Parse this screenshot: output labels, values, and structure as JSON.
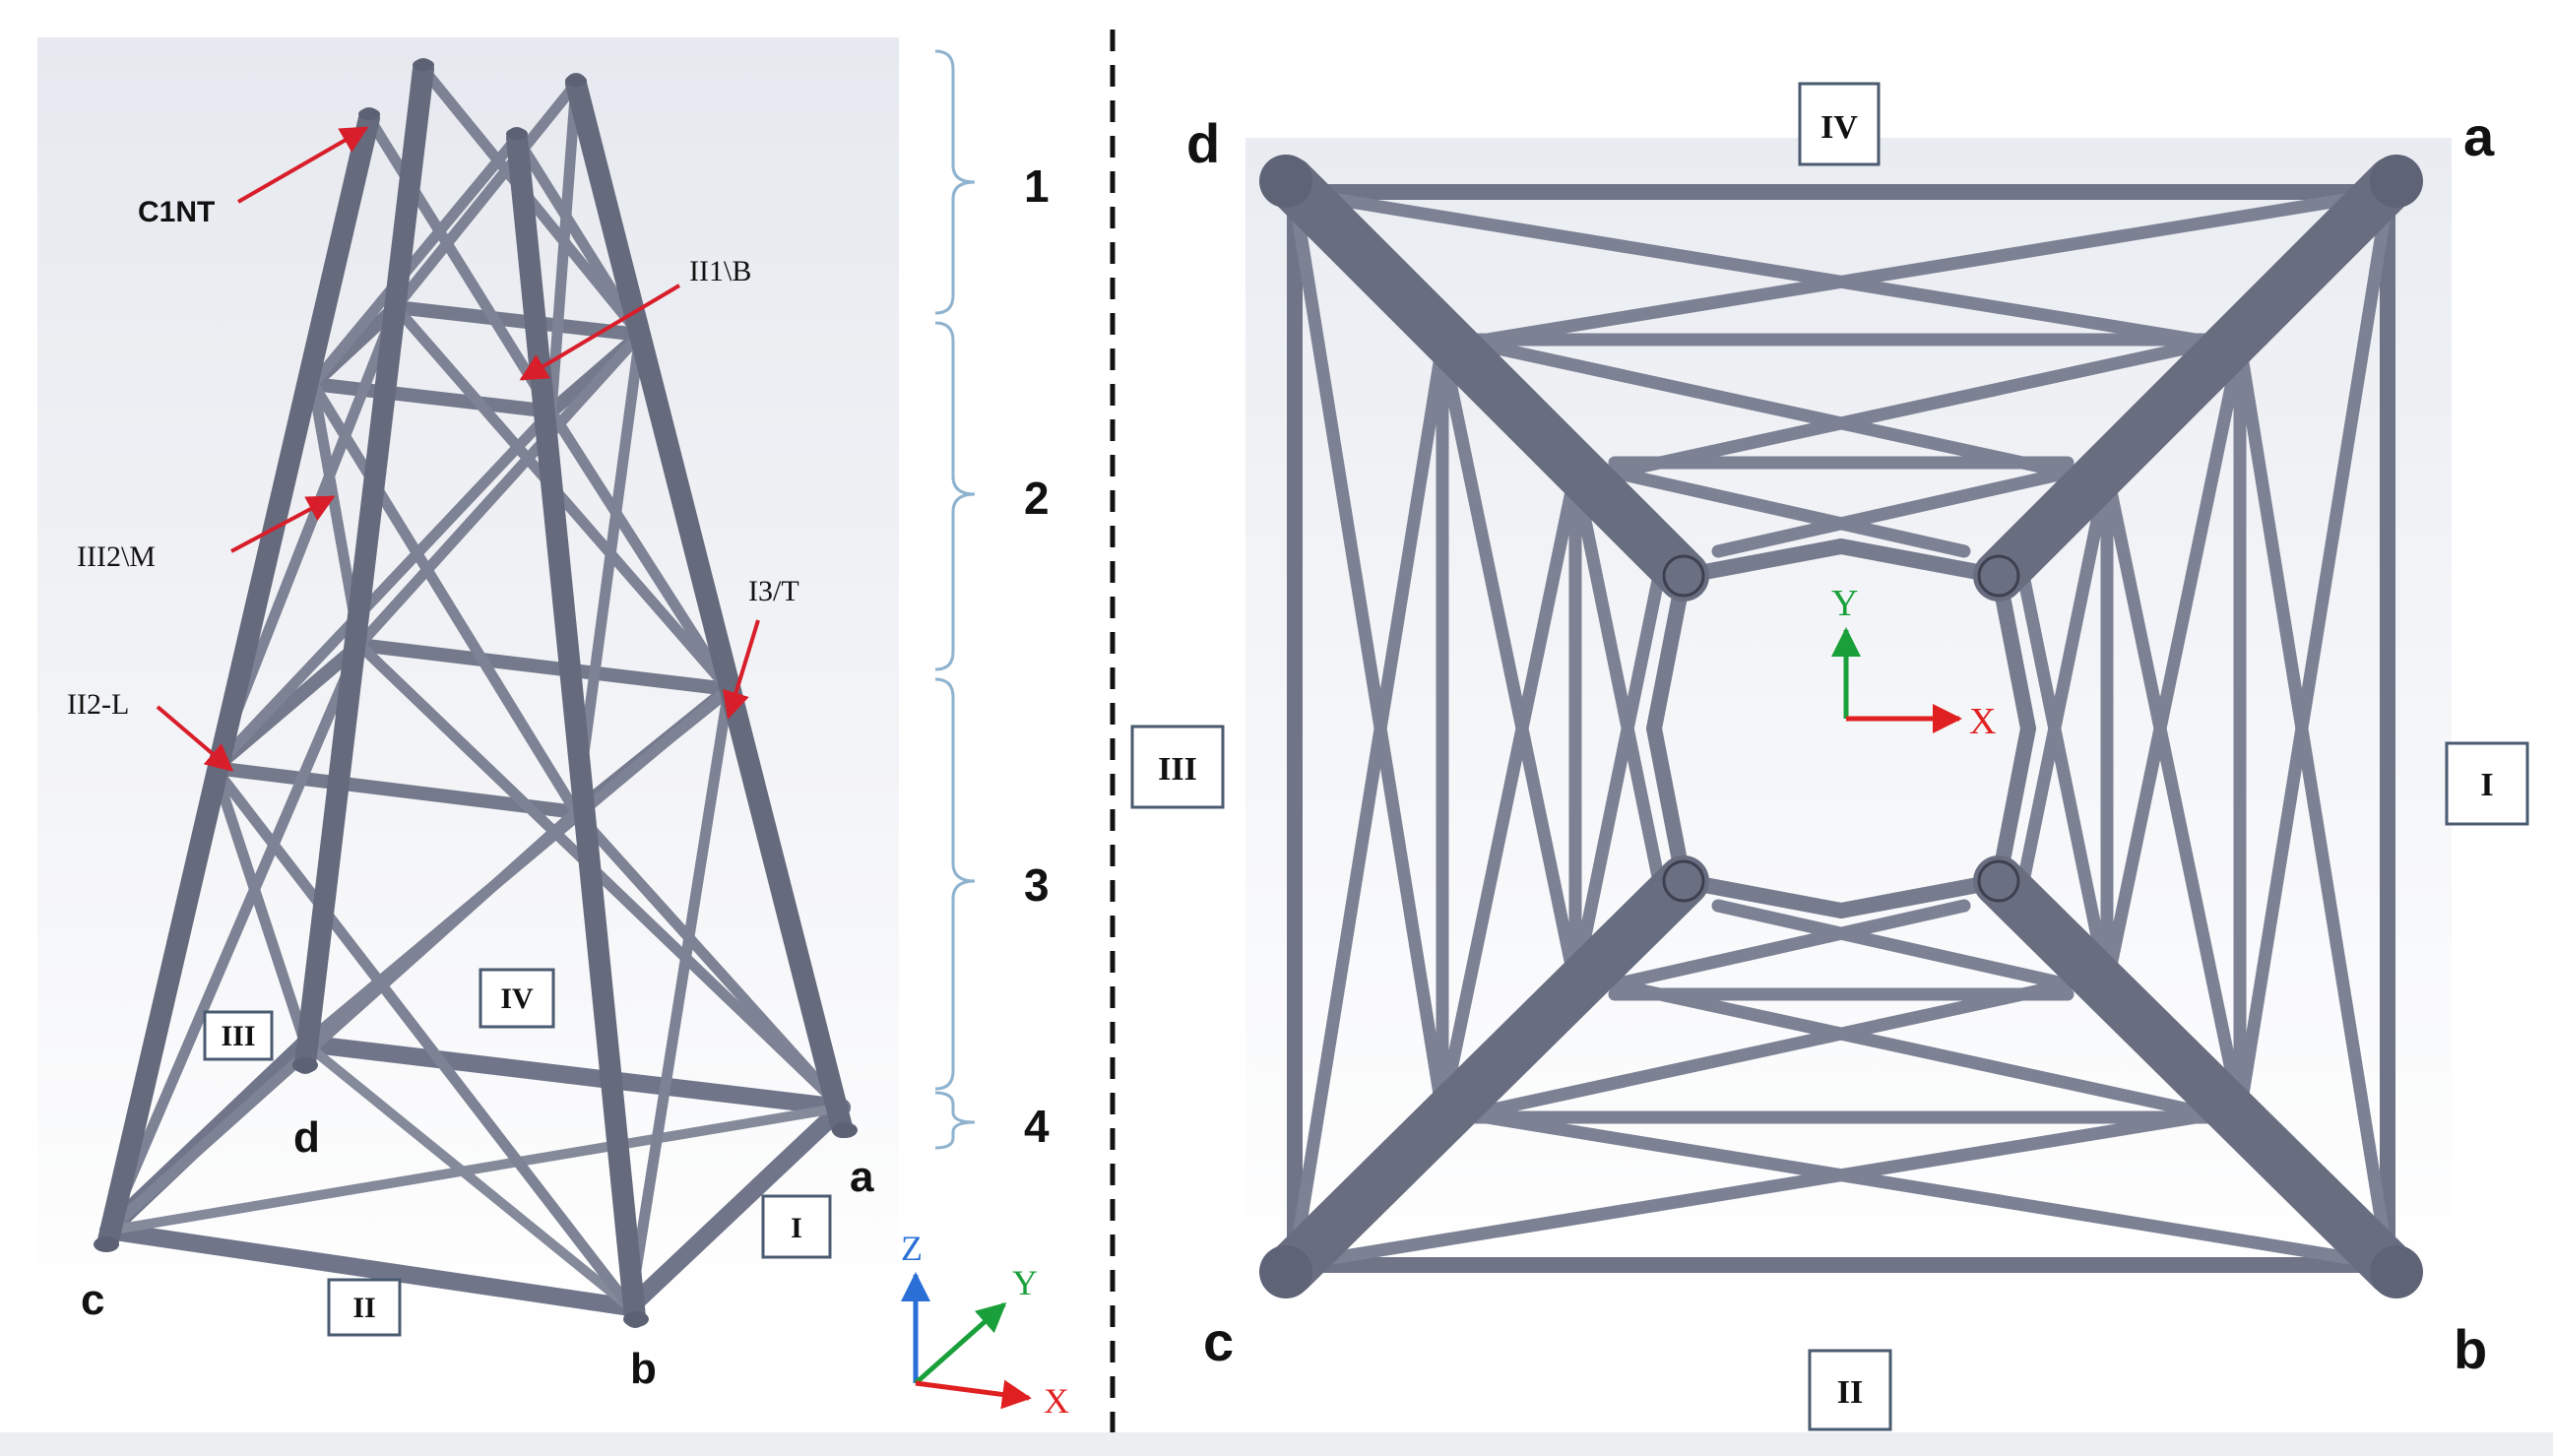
{
  "left_view": {
    "callouts": [
      "C1NT",
      "II1\\B",
      "III2\\M",
      "I3/T",
      "II2-L"
    ],
    "face_labels": [
      "III",
      "IV",
      "I",
      "II"
    ],
    "corner_labels": [
      "d",
      "a",
      "c",
      "b"
    ],
    "axes": {
      "z": "Z",
      "y": "Y",
      "x": "X"
    }
  },
  "segments": [
    "1",
    "2",
    "3",
    "4"
  ],
  "right_view": {
    "corner_labels": [
      "d",
      "a",
      "c",
      "b"
    ],
    "face_labels": [
      "IV",
      "III",
      "I",
      "II"
    ],
    "axes": {
      "y": "Y",
      "x": "X"
    }
  },
  "colors": {
    "member": "#6d7283",
    "member_light": "#9aa0b0",
    "callout": "#d81e2a",
    "bracket": "#8fb3cf",
    "axis_x": "#e02020",
    "axis_y": "#1aa03a",
    "axis_z": "#2a6fd6"
  }
}
